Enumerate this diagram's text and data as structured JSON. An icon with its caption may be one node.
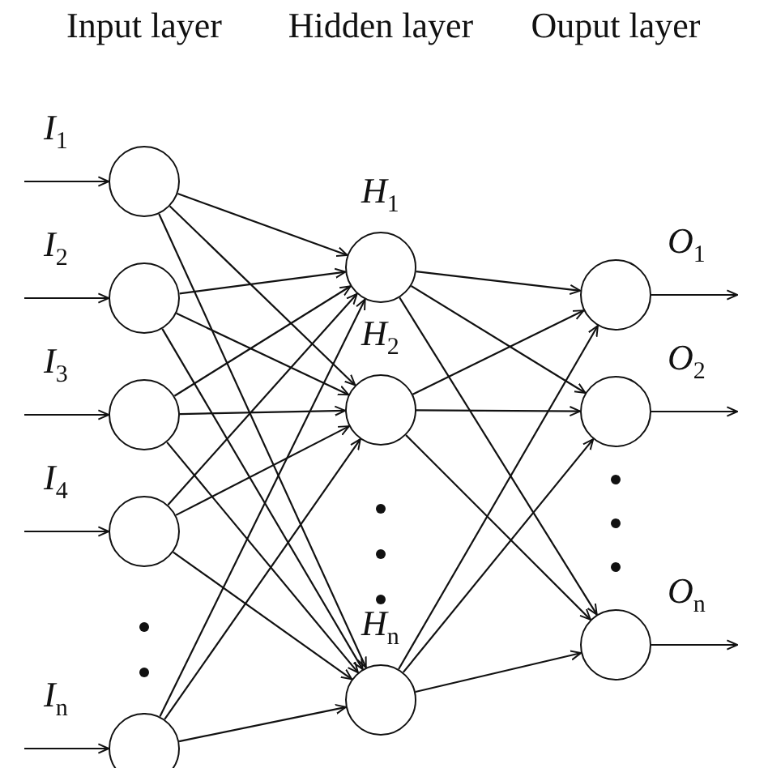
{
  "diagram": {
    "nodes": [
      {
        "text": [],
        "shape": "circle",
        "beside": [
          "I$_{1}$"
        ]
      },
      {
        "text": [],
        "shape": "circle",
        "beside": [
          "I$_{2}$"
        ]
      },
      {
        "text": [],
        "shape": "circle",
        "beside": [
          "I$_{3}$"
        ]
      },
      {
        "text": [],
        "shape": "circle",
        "beside": [
          "I$_{4}$"
        ]
      },
      {
        "text": [],
        "shape": "circle",
        "beside": [
          "I$_{n}$"
        ]
      },
      {
        "text": [],
        "shape": "circle",
        "beside": [
          "H$_{1}$"
        ]
      },
      {
        "text": [],
        "shape": "circle",
        "beside": [
          "H$_{2}$"
        ]
      },
      {
        "text": [],
        "shape": "circle",
        "beside": [
          "H$_{n}$"
        ]
      },
      {
        "text": [],
        "shape": "circle",
        "beside": [
          "O$_{1}$"
        ]
      },
      {
        "text": [],
        "shape": "circle",
        "beside": [
          "O$_{2}$"
        ]
      },
      {
        "text": [],
        "shape": "circle",
        "beside": [
          "O$_{n}$"
        ]
      }
    ],
    "edges": [
      {
        "from": null,
        "to": 0,
        "arrow": "to"
      },
      {
        "from": null,
        "to": 1,
        "arrow": "to"
      },
      {
        "from": null,
        "to": 2,
        "arrow": "to"
      },
      {
        "from": null,
        "to": 3,
        "arrow": "to"
      },
      {
        "from": null,
        "to": 4,
        "arrow": "to"
      },
      {
        "from": 0,
        "to": 5,
        "arrow": "to"
      },
      {
        "from": 0,
        "to": 6,
        "arrow": "to"
      },
      {
        "from": 0,
        "to": 7,
        "arrow": "to"
      },
      {
        "from": 1,
        "to": 5,
        "arrow": "to"
      },
      {
        "from": 1,
        "to": 6,
        "arrow": "to"
      },
      {
        "from": 1,
        "to": 7,
        "arrow": "to"
      },
      {
        "from": 2,
        "to": 5,
        "arrow": "to"
      },
      {
        "from": 2,
        "to": 6,
        "arrow": "to"
      },
      {
        "from": 2,
        "to": 7,
        "arrow": "to"
      },
      {
        "from": 3,
        "to": 5,
        "arrow": "to"
      },
      {
        "from": 3,
        "to": 6,
        "arrow": "to"
      },
      {
        "from": 3,
        "to": 7,
        "arrow": "to"
      },
      {
        "from": 4,
        "to": 5,
        "arrow": "to"
      },
      {
        "from": 4,
        "to": 6,
        "arrow": "to"
      },
      {
        "from": 4,
        "to": 7,
        "arrow": "to"
      },
      {
        "from": 5,
        "to": 8,
        "arrow": "to"
      },
      {
        "from": 5,
        "to": 9,
        "arrow": "to"
      },
      {
        "from": 5,
        "to": 10,
        "arrow": "to"
      },
      {
        "from": 6,
        "to": 8,
        "arrow": "to"
      },
      {
        "from": 6,
        "to": 9,
        "arrow": "to"
      },
      {
        "from": 6,
        "to": 10,
        "arrow": "to"
      },
      {
        "from": 7,
        "to": 8,
        "arrow": "to"
      },
      {
        "from": 7,
        "to": 9,
        "arrow": "to"
      },
      {
        "from": 7,
        "to": 10,
        "arrow": "to"
      },
      {
        "from": 8,
        "to": null,
        "arrow": "to"
      },
      {
        "from": 9,
        "to": null,
        "arrow": "to"
      },
      {
        "from": 10,
        "to": null,
        "arrow": "to"
      }
    ],
    "labels": [
      "Input layer",
      "Hidden layer",
      "Ouput layer"
    ]
  }
}
